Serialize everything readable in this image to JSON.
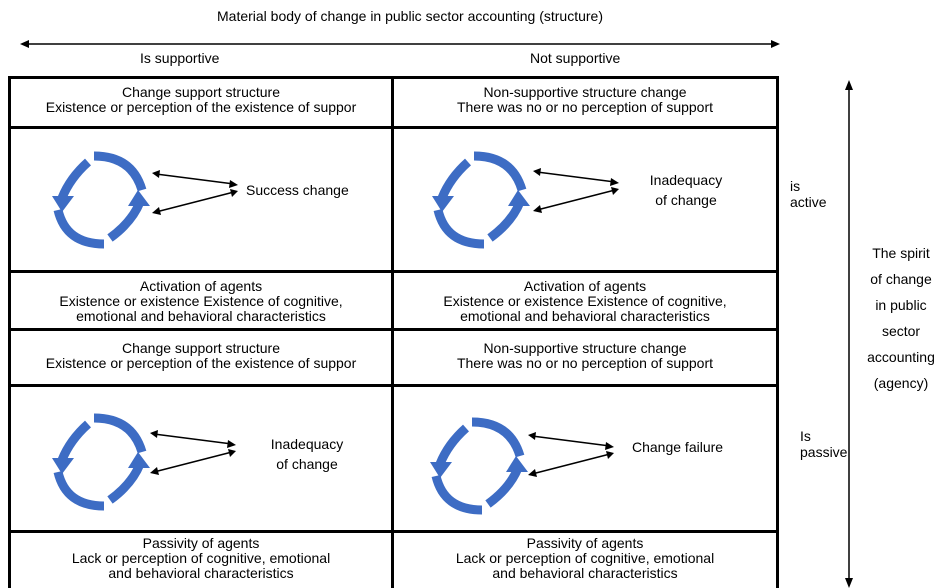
{
  "title": "Material body of change in public sector accounting (structure)",
  "columns": [
    "Is supportive",
    "Not supportive"
  ],
  "rows": [
    {
      "label": [
        "is",
        "active"
      ],
      "cells": [
        {
          "top": [
            "Change support structure",
            "Existence or perception of the existence of suppor"
          ],
          "outcome": [
            "Success change"
          ],
          "bottom": [
            "Activation of agents",
            "Existence or existence Existence of cognitive,",
            "emotional and behavioral characteristics"
          ]
        },
        {
          "top": [
            "Non-supportive structure change",
            "There was no or no perception of support"
          ],
          "outcome": [
            "Inadequacy",
            "of change"
          ],
          "bottom": [
            "Activation of agents",
            "Existence or existence Existence of cognitive,",
            "emotional and behavioral characteristics"
          ]
        }
      ]
    },
    {
      "label": [
        "Is",
        "passive"
      ],
      "cells": [
        {
          "top": [
            "Change support structure",
            "Existence or perception of the existence of suppor"
          ],
          "outcome": [
            "Inadequacy",
            "of change"
          ],
          "bottom": [
            "Passivity of agents",
            "Lack or perception of cognitive, emotional",
            "and behavioral characteristics"
          ]
        },
        {
          "top": [
            "Non-supportive structure change",
            "There was no or no perception of support"
          ],
          "outcome": [
            "Change failure"
          ],
          "bottom": [
            "Passivity of agents",
            "Lack or perception of cognitive, emotional",
            "and behavioral characteristics"
          ]
        }
      ]
    }
  ],
  "agency_label": [
    "The spirit",
    "of change",
    "in public",
    "sector",
    "accounting",
    "(agency)"
  ],
  "colors": {
    "cycle": "#3d6cc4",
    "lines": "#000000"
  },
  "icons": [
    "cycle-arrows-icon",
    "double-arrow-icon"
  ]
}
